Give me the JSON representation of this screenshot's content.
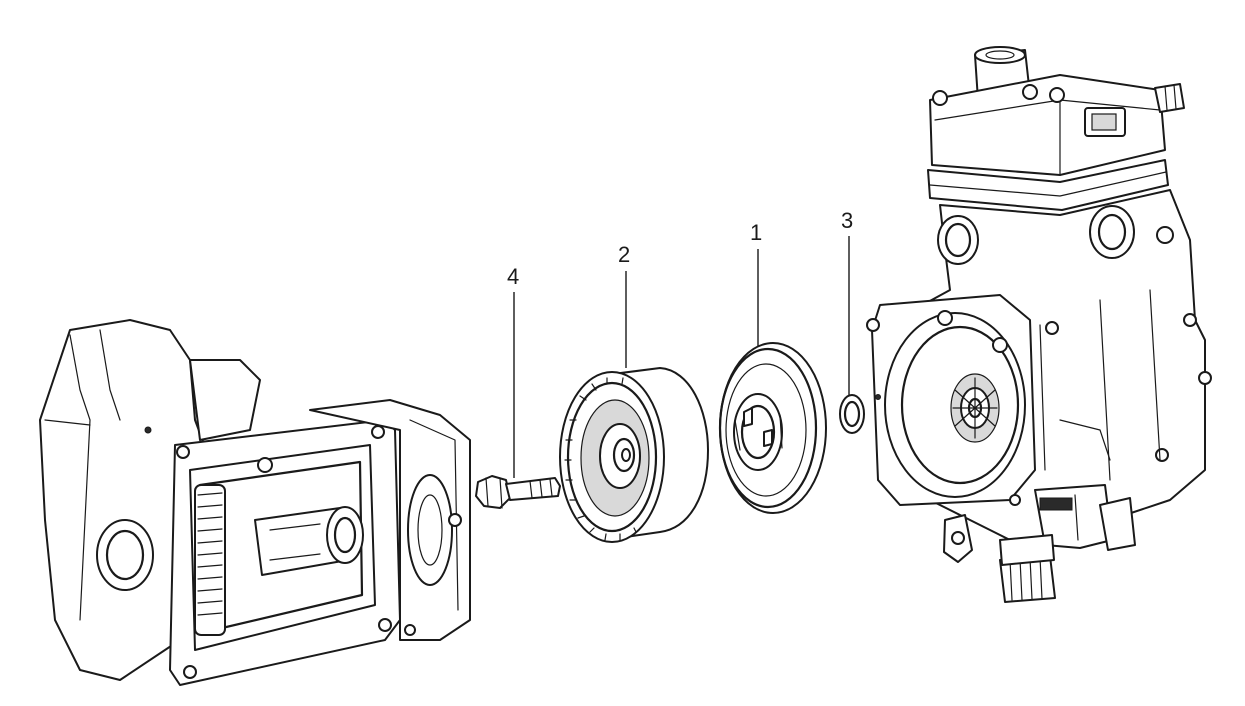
{
  "callouts": [
    {
      "id": "4",
      "label": "4",
      "part": "bolt"
    },
    {
      "id": "2",
      "label": "2",
      "part": "drive-coupling"
    },
    {
      "id": "1",
      "label": "1",
      "part": "seal-cover"
    },
    {
      "id": "3",
      "label": "3",
      "part": "o-ring"
    }
  ],
  "colors": {
    "line": "#1a1a1a",
    "background": "#ffffff",
    "shade": "#d9d9d9"
  }
}
